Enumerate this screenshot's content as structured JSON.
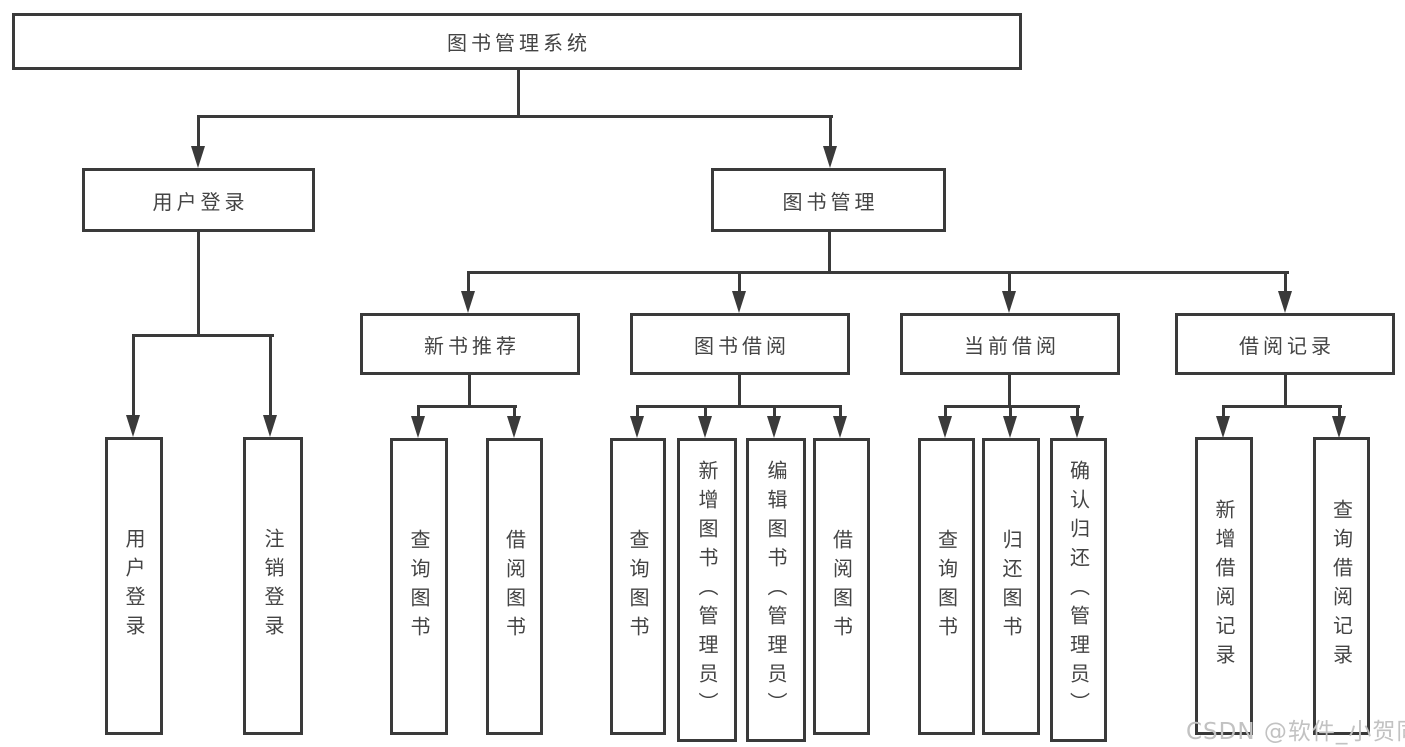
{
  "diagram_title": "图书管理系统",
  "tree": {
    "root": {
      "label": "图书管理系统"
    },
    "children": [
      {
        "label": "用户登录",
        "children": [
          {
            "label": "用户登录"
          },
          {
            "label": "注销登录"
          }
        ]
      },
      {
        "label": "图书管理",
        "children": [
          {
            "label": "新书推荐",
            "children": [
              {
                "label": "查询图书"
              },
              {
                "label": "借阅图书"
              }
            ]
          },
          {
            "label": "图书借阅",
            "children": [
              {
                "label": "查询图书"
              },
              {
                "label": "新增图书（管理员）"
              },
              {
                "label": "编辑图书（管理员）"
              },
              {
                "label": "借阅图书"
              }
            ]
          },
          {
            "label": "当前借阅",
            "children": [
              {
                "label": "查询图书"
              },
              {
                "label": "归还图书"
              },
              {
                "label": "确认归还（管理员）"
              }
            ]
          },
          {
            "label": "借阅记录",
            "children": [
              {
                "label": "新增借阅记录"
              },
              {
                "label": "查询借阅记录"
              }
            ]
          }
        ]
      }
    ]
  },
  "watermark": {
    "text": "CSDN @软件_小贺同学"
  },
  "colors": {
    "line": "#3a3a3a",
    "box_border": "#3a3a3a",
    "text": "#444444",
    "watermark": "#c2c2c2",
    "background": "#ffffff"
  }
}
